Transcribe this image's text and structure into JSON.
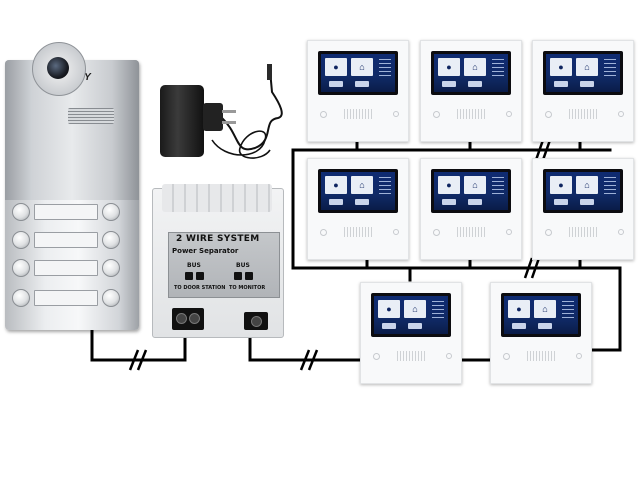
{
  "door_station": {
    "brand": "ZONEWAY",
    "button_rows": 4
  },
  "separator": {
    "title": "2 WIRE SYSTEM",
    "subtitle": "Power Separator",
    "bus_left_label": "BUS",
    "bus_right_label": "BUS",
    "to_door_station": "TO DOOR STATION",
    "to_monitor": "TO MONITOR"
  },
  "monitor_count": 8,
  "colors": {
    "wire": "#000000",
    "screen_blue": "#102a66",
    "housing": "#f8f9fa"
  },
  "icons": [
    "door-station-camera-icon",
    "power-adapter-icon",
    "monitor-screen-icon"
  ]
}
